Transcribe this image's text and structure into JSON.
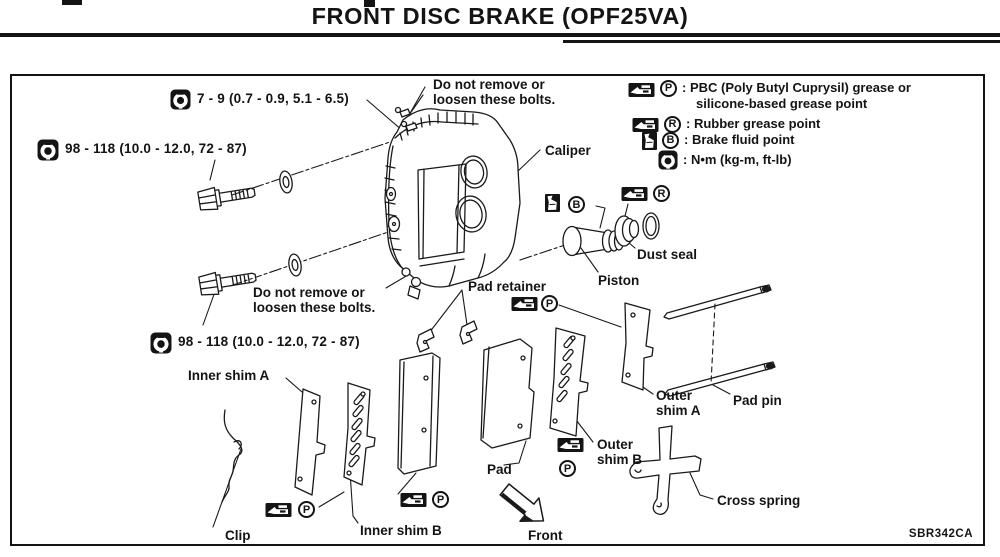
{
  "page": {
    "title": "FRONT DISC BRAKE (OPF25VA)",
    "figure_code": "SBR342CA"
  },
  "colors": {
    "ink": "#141414",
    "paper": "#ffffff"
  },
  "torque_specs": {
    "caliper_fixing_bolts": "7 - 9 (0.7 - 0.9, 5.1 - 6.5)",
    "mounting_bolt_upper": "98 - 118 (10.0 - 12.0, 72 - 87)",
    "mounting_bolt_lower": "98 - 118 (10.0 - 12.0, 72 - 87)"
  },
  "warnings": {
    "upper": "Do not remove or\nloosen these bolts.",
    "lower": "Do not remove or\nloosen these bolts."
  },
  "legend": {
    "rows": [
      {
        "icon": "grease-icon",
        "letter": "P",
        "line1": ": PBC (Poly Butyl Cuprysil) grease or",
        "line2": "silicone-based grease point"
      },
      {
        "icon": "grease-icon",
        "letter": "R",
        "line1": ": Rubber grease point"
      },
      {
        "icon": "brake-fluid-icon",
        "letter": "B",
        "line1": ": Brake fluid point"
      },
      {
        "icon": "torque-icon",
        "line1": ": N•m (kg-m, ft-lb)"
      }
    ]
  },
  "symbols": {
    "P": "P",
    "R": "R",
    "B": "B"
  },
  "labels": {
    "caliper": "Caliper",
    "piston": "Piston",
    "dust_seal": "Dust seal",
    "pad_retainer": "Pad retainer",
    "pad": "Pad",
    "pad_pin": "Pad pin",
    "inner_shim_a": "Inner shim A",
    "inner_shim_b": "Inner shim B",
    "outer_shim_a": "Outer\nshim A",
    "outer_shim_b": "Outer\nshim B",
    "clip": "Clip",
    "cross_spring": "Cross spring",
    "front": "Front"
  }
}
